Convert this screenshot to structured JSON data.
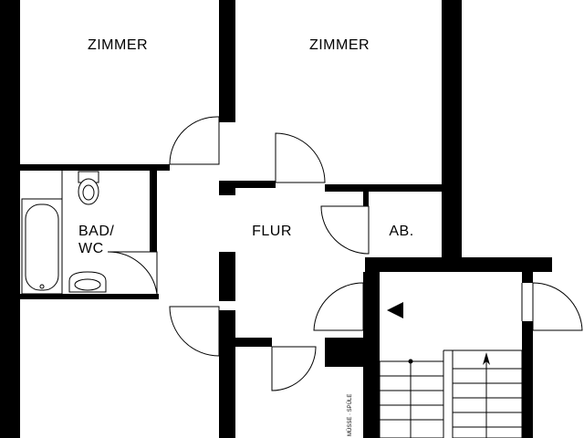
{
  "rooms": {
    "zimmer_left": "ZIMMER",
    "zimmer_right": "ZIMMER",
    "bad_line1": "BAD/",
    "bad_line2": "WC",
    "flur": "FLUR",
    "abstellraum": "AB."
  },
  "stair_annotation": "MÜSSE · SPÜLE",
  "icons": {
    "stair_direction": "arrow-up-icon",
    "entrance_marker": "triangle-left-icon"
  },
  "colors": {
    "wall": "#000000",
    "background": "#ffffff"
  }
}
